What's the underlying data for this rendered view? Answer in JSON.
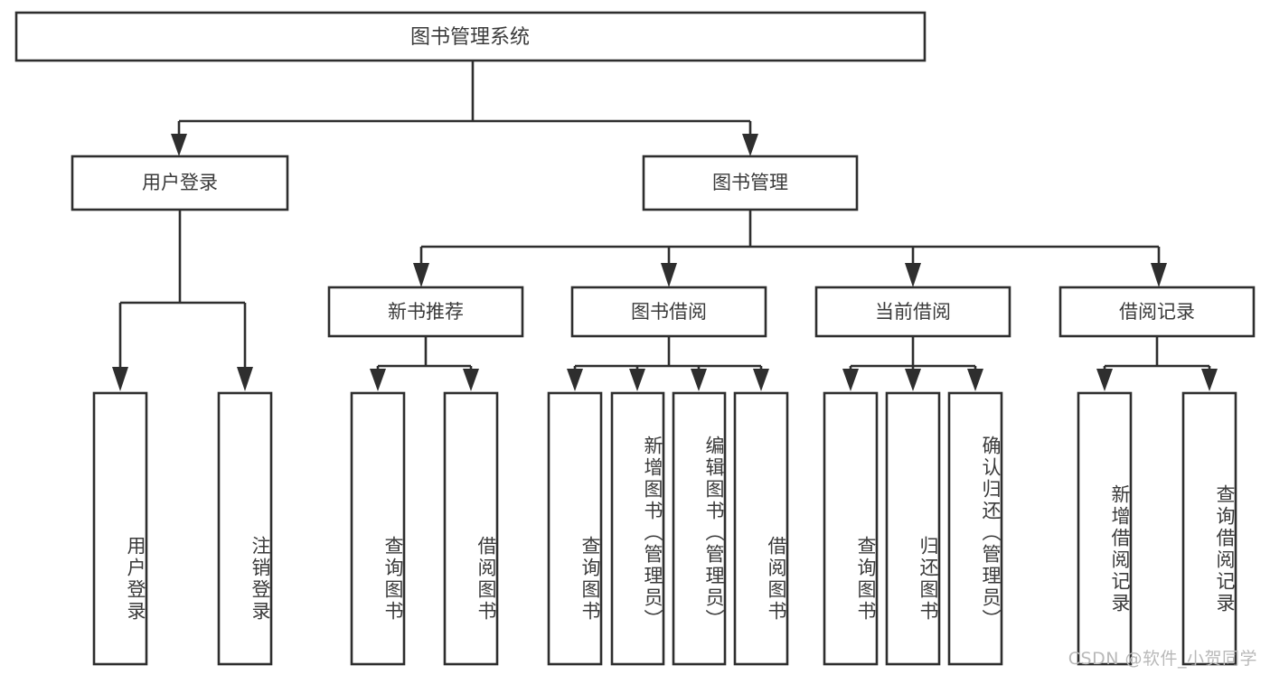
{
  "diagram": {
    "title": "图书管理系统",
    "type": "tree",
    "background_color": "#ffffff",
    "line_color": "#2e2e2e",
    "text_color": "#3a3a3a",
    "watermark": "CSDN @软件_小贺同学",
    "root": {
      "label": "图书管理系统"
    },
    "level1": [
      {
        "label": "用户登录"
      },
      {
        "label": "图书管理"
      }
    ],
    "level2": [
      {
        "label": "新书推荐"
      },
      {
        "label": "图书借阅"
      },
      {
        "label": "当前借阅"
      },
      {
        "label": "借阅记录"
      }
    ],
    "leaves": {
      "user_login": [
        {
          "label": "用户登录"
        },
        {
          "label": "注销登录"
        }
      ],
      "new_book_recommend": [
        {
          "label": "查询图书"
        },
        {
          "label": "借阅图书"
        }
      ],
      "book_borrow": [
        {
          "label": "查询图书"
        },
        {
          "label": "新增图书（管理员）"
        },
        {
          "label": "编辑图书（管理员）"
        },
        {
          "label": "借阅图书"
        }
      ],
      "current_borrow": [
        {
          "label": "查询图书"
        },
        {
          "label": "归还图书"
        },
        {
          "label": "确认归还（管理员）"
        }
      ],
      "borrow_record": [
        {
          "label": "新增借阅记录"
        },
        {
          "label": "查询借阅记录"
        }
      ]
    }
  }
}
